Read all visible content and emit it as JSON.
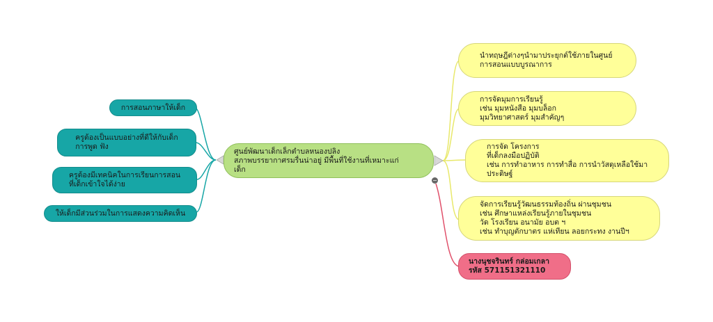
{
  "central": {
    "text": "ศูนย์พัฒนาเด็กเล็กตำบลหนองปลิง\nสภาพบรรยากาศรมรื่นน่าอยู่ มีพื้นที่ใช้งานที่เหมาะแก่\nเด็ก"
  },
  "left_topics": [
    {
      "text": "การสอนภาษาให้เด็ก"
    },
    {
      "text": "ครูต้องเป็นแบบอย่างที่ดีให้กับเด็ก\nการพูด ฟัง"
    },
    {
      "text": "ครูต้องมีเทคนิคในการเรียนการสอน\nที่เด็กเข้าใจได้ง่าย"
    },
    {
      "text": "ให้เด็กมีส่วนร่วมในการแสดงความคิดเห็น"
    }
  ],
  "right_topics": [
    {
      "text": "นำทฤษฎีต่างๆนำมาประยุกต์ใช้ภายในศูนย์\nการสอนแบบบูรณาการ"
    },
    {
      "text": "การจัดมุมการเรียนรู้\nเช่น มุมหนังสือ มุมบล็อก\nมุมวิทยาศาสตร์ มุมสำคัญๆ"
    },
    {
      "text": "การจัด โครงการ\nที่เด็กลงมือปฏิบัติ\nเช่น การทำอาหาร การทำสื่อ การนำวัสดุเหลือใช้มา\nประดิษฐ์"
    },
    {
      "text": "จัดการเรียนรู้วัฒนธรรมท้องถิ่น ผ่านชุมชน\nเช่น ศึกษาแหล่งเรียนรู้ภายในชุมชน\nวัด โรงเรียน อนามัย อบต ฯ\nเช่น ทำบุญตักบาตร แห่เทียน ลอยกระทง งานปีฯ"
    }
  ],
  "author": {
    "text": "นางนุชจรินทร์ กล่อมเกลา\nรหัส 571151321110"
  },
  "collapse_symbol": "−",
  "colors": {
    "left_fill": "#17a6a6",
    "left_line": "#17a6a6",
    "central_fill": "#b8e084",
    "right_fill": "#ffff99",
    "right_line": "#e8e86a",
    "author_fill": "#f06e88",
    "author_line": "#e0506a"
  }
}
